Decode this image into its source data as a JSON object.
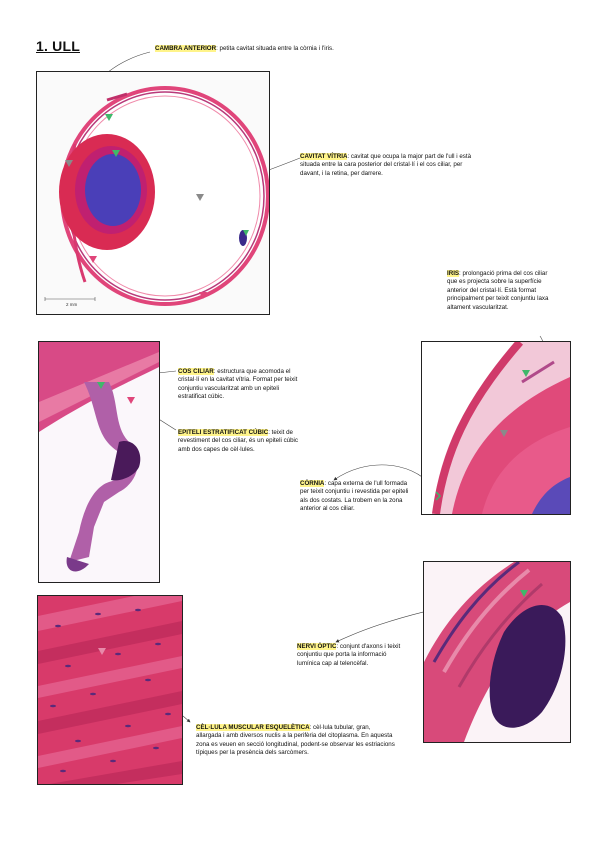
{
  "page": {
    "title": "1. ULL",
    "scalebar_label": "2 mm"
  },
  "annotations": {
    "camera_anterior": {
      "term": "CAMBRA ANTERIOR",
      "text": ": petita cavitat situada entre la còrnia i l'iris."
    },
    "cavitat_vitria": {
      "term": "CAVITAT VÍTRIA",
      "text": ": cavitat que ocupa la major part de l'ull i està situada entre la cara posterior del cristal·lí i el cos ciliar, per davant, i la retina, per darrere."
    },
    "iris": {
      "term": "IRIS",
      "text": ": prolongació prima del cos ciliar que es projecta sobre la superfície anterior del cristal·lí. Està format principalment per teixit conjuntiu laxa altament vascularitzat."
    },
    "cos_ciliar": {
      "term": "COS CILIAR",
      "text": ": estructura que acomoda el cristal·lí en la cavitat vítria. Format per teixit conjuntiu vascularitzat amb un epiteli estratificat cúbic."
    },
    "epiteli": {
      "term": "EPITELI ESTRATIFICAT CÚBIC",
      "text": ": teixit de revestiment del cos ciliar, és un epiteli cúbic amb dos capes de cèl·lules."
    },
    "cornia": {
      "term": "CÒRNIA",
      "text": ": capa externa de l'ull formada per teixit conjuntiu i revestida per epiteli als dos costats. La trobem en la zona anterior al cos ciliar."
    },
    "nervi_optic": {
      "term": "NERVI ÒPTIC",
      "text": ": conjunt d'axons i teixit conjuntiu que porta la informació lumínica cap al telencèfal."
    },
    "cellula_muscular": {
      "term": "CÈL·LULA MUSCULAR ESQUELÈTICA",
      "text": ": cèl·lula tubular, gran, allargada i amb diversos nuclis a la perifèria del citoplasma. En aquesta zona es veuen en secció longitudinal, podent-se observar les estriacions típiques per la presència dels sarcòmers."
    }
  },
  "colors": {
    "tissue_pink": "#e0457a",
    "lens_red": "#d92b53",
    "lens_blue": "#4a3fb8",
    "nuclei_purple": "#5a2a7a",
    "marker_green": "#3fb86a",
    "marker_gray": "#8a8a8a",
    "highlight": "#fff48a"
  }
}
